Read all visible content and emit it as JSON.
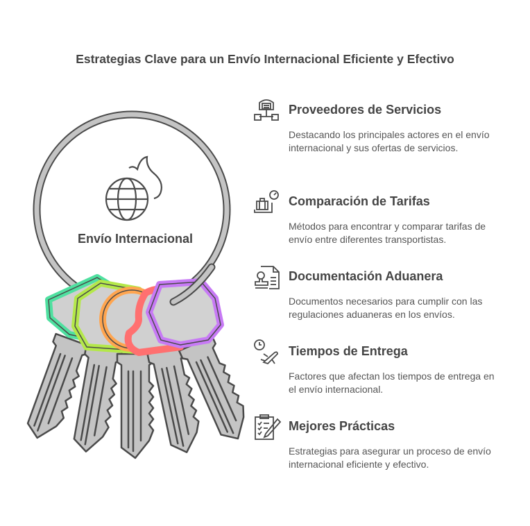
{
  "title": "Estrategias Clave para un Envío Internacional Eficiente y Efectivo",
  "center": {
    "label": "Envío Internacional",
    "icon": "globe-icon"
  },
  "colors": {
    "green": "#4fe0a0",
    "lime": "#b4e84a",
    "orange": "#ffa54f",
    "red": "#ff7070",
    "purple": "#c77af5",
    "text": "#444444"
  },
  "items": [
    {
      "title": "Proveedores de Servicios",
      "desc": "Destacando los principales actores en el envío internacional y sus ofertas de servicios.",
      "icon": "warehouse-network-icon"
    },
    {
      "title": "Comparación de Tarifas",
      "desc": "Métodos para encontrar y comparar tarifas de envío entre diferentes transportistas.",
      "icon": "luggage-scale-icon"
    },
    {
      "title": "Documentación Aduanera",
      "desc": "Documentos necesarios para cumplir con las regulaciones aduaneras en los envíos.",
      "icon": "stamp-document-icon"
    },
    {
      "title": "Tiempos de Entrega",
      "desc": "Factores que afectan los tiempos de entrega en el envío internacional.",
      "icon": "clock-airplane-icon"
    },
    {
      "title": "Mejores Prácticas",
      "desc": "Estrategias para asegurar un proceso de envío internacional eficiente y efectivo.",
      "icon": "clipboard-pencil-icon"
    }
  ]
}
